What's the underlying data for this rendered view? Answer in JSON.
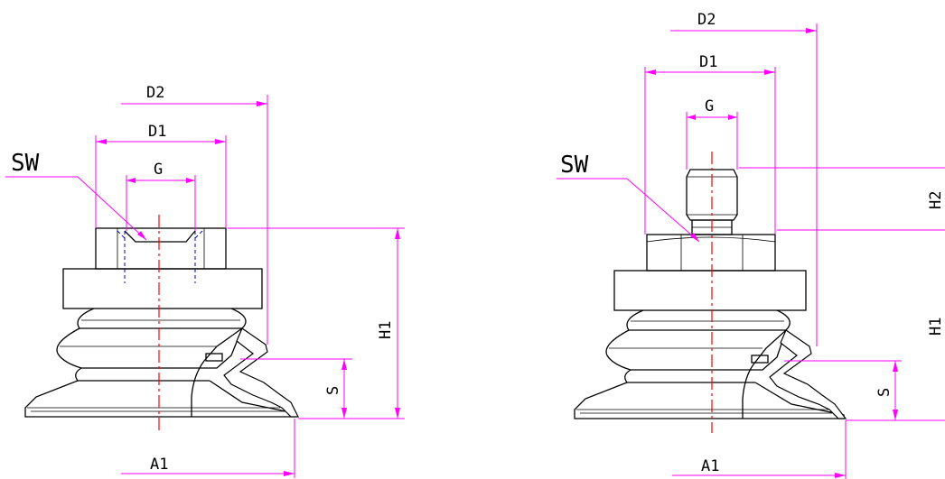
{
  "diagram": {
    "left_view": {
      "labels": {
        "d2": "D2",
        "d1": "D1",
        "g": "G",
        "sw": "SW",
        "h1": "H1",
        "s": "S",
        "a1": "A1"
      }
    },
    "right_view": {
      "labels": {
        "d2": "D2",
        "d1": "D1",
        "g": "G",
        "sw": "SW",
        "h2": "H2",
        "h1": "H1",
        "s": "S",
        "a1": "A1"
      }
    },
    "colors": {
      "dimension_lines": "#ff00ff",
      "center_line": "#ff0000",
      "hidden_lines": "#0000cc",
      "outline": "#000000"
    }
  }
}
